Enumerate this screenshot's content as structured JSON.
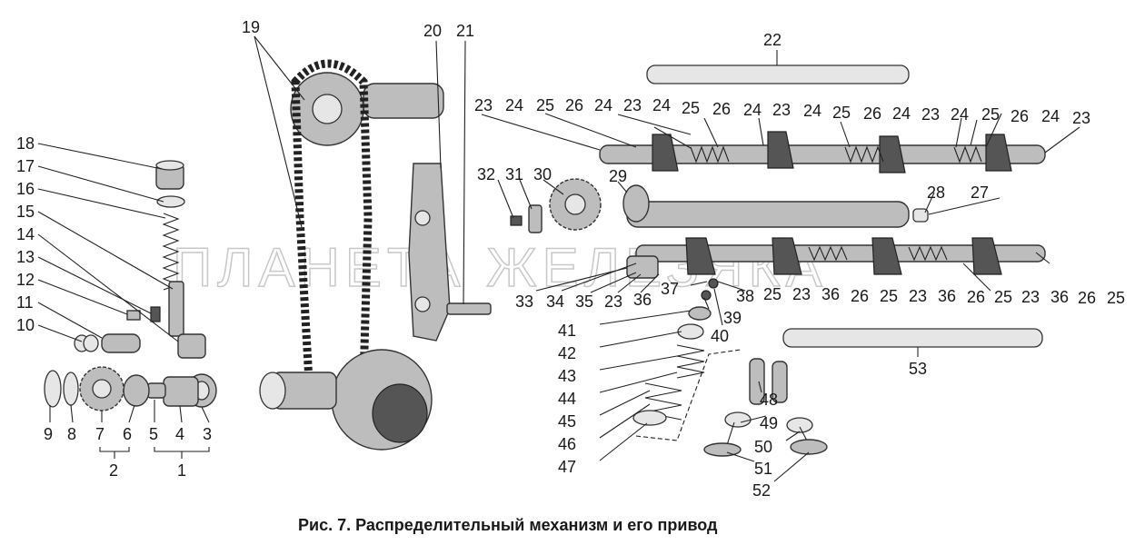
{
  "caption": "Рис. 7. Распределительный механизм и его привод",
  "watermark": "ПЛАНЕТА ЖЕЛЕЗЯКА",
  "labels": {
    "l1": "1",
    "l2": "2",
    "l3": "3",
    "l4": "4",
    "l5": "5",
    "l6": "6",
    "l7": "7",
    "l8": "8",
    "l9": "9",
    "l10": "10",
    "l11": "11",
    "l12": "12",
    "l13": "13",
    "l14": "14",
    "l15": "15",
    "l16": "16",
    "l17": "17",
    "l18": "18",
    "l19": "19",
    "l20": "20",
    "l21": "21",
    "l22": "22",
    "l23": "23",
    "l24": "24",
    "l25": "25",
    "l26": "26",
    "l27": "27",
    "l28": "28",
    "l29": "29",
    "l30": "30",
    "l31": "31",
    "l32": "32",
    "l33": "33",
    "l34": "34",
    "l35": "35",
    "l36": "36",
    "l37": "37",
    "l38": "38",
    "l39": "39",
    "l40": "40",
    "l41": "41",
    "l42": "42",
    "l43": "43",
    "l44": "44",
    "l45": "45",
    "l46": "46",
    "l47": "47",
    "l48": "48",
    "l49": "49",
    "l50": "50",
    "l51": "51",
    "l52": "52",
    "l53": "53"
  }
}
